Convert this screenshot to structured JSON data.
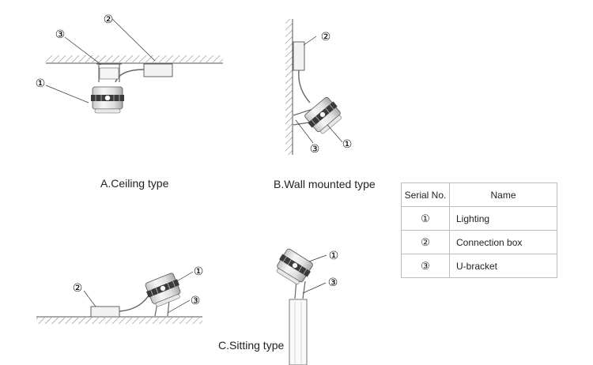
{
  "captions": {
    "ceiling": "A.Ceiling type",
    "wall": "B.Wall mounted type",
    "sitting": "C.Sitting type"
  },
  "markers": {
    "one": "①",
    "two": "②",
    "three": "③"
  },
  "legend": {
    "header_serial": "Serial No.",
    "header_name": "Name",
    "rows": [
      {
        "serial": "①",
        "name": "Lighting"
      },
      {
        "serial": "②",
        "name": "Connection box"
      },
      {
        "serial": "③",
        "name": "U-bracket"
      }
    ]
  }
}
